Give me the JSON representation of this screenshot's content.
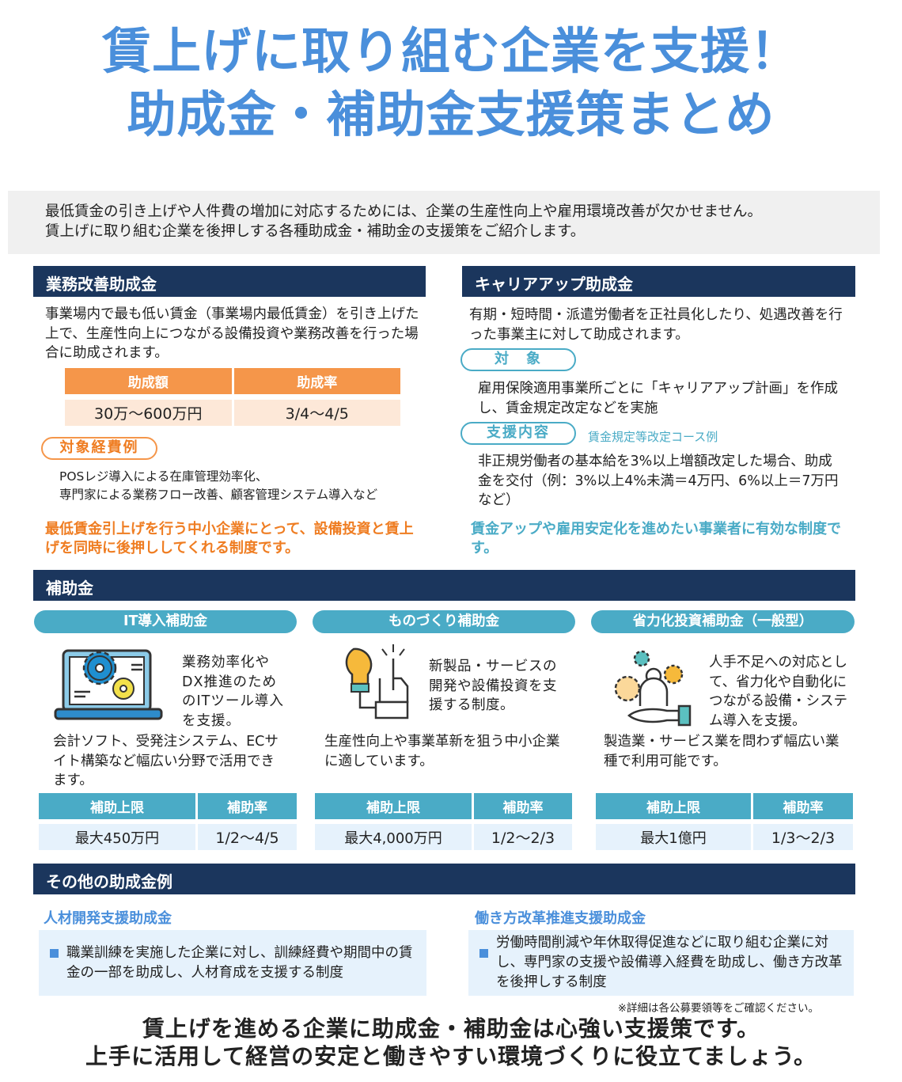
{
  "title": {
    "line1": "賃上げに取り組む企業を支援！",
    "line2": "助成金・補助金支援策まとめ"
  },
  "intro": {
    "line1": "最低賃金の引き上げや人件費の増加に対応するためには、企業の生産性向上や雇用環境改善が欠かせません。",
    "line2": "賃上げに取り組む企業を後押しする各種助成金・補助金の支援策をご紹介します。"
  },
  "gyomu": {
    "header": "業務改善助成金",
    "desc": "事業場内で最も低い賃金（事業場内最低賃金）を引き上げた上で、生産性向上につながる設備投資や業務改善を行った場合に助成されます。",
    "table": {
      "headers": [
        "助成額",
        "助成率"
      ],
      "values": [
        "30万～600万円",
        "3/4～4/5"
      ]
    },
    "pill": "対象経費例",
    "examples": [
      "POSレジ導入による在庫管理効率化、",
      "専門家による業務フロー改善、顧客管理システム導入など"
    ],
    "note": "最低賃金引上げを行う中小企業にとって、設備投資と賃上げを同時に後押ししてくれる制度です。"
  },
  "career": {
    "header": "キャリアアップ助成金",
    "desc": "有期・短時間・派遣労働者を正社員化したり、処遇改善を行った事業主に対して助成されます。",
    "target_pill": "対　象",
    "target": "雇用保険適用事業所ごとに「キャリアアップ計画」を作成し、賃金規定改定などを実施",
    "support_pill": "支援内容",
    "support_course": "賃金規定等改定コース例",
    "support": "非正規労働者の基本給を3%以上増額改定した場合、助成金を交付（例：3%以上4%未満＝4万円、6%以上＝7万円など）",
    "note": "賃金アップや雇用安定化を進めたい事業者に有効な制度です。"
  },
  "hojo": {
    "header": "補助金",
    "items": [
      {
        "name": "IT導入補助金",
        "icon": "laptop-gears-icon",
        "side": "業務効率化やDX推進のためのITツール導入を支援。",
        "desc": "会計ソフト、受発注システム、ECサイト構築など幅広い分野で活用できます。",
        "th": [
          "補助上限",
          "補助率"
        ],
        "limit": "最大450万円",
        "rate": "1/2～4/5"
      },
      {
        "name": "ものづくり補助金",
        "icon": "lightbulb-hand-icon",
        "side": "新製品・サービスの開発や設備投資を支援する制度。",
        "desc": "生産性向上や事業革新を狙う中小企業に適しています。",
        "th": [
          "補助上限",
          "補助率"
        ],
        "limit": "最大4,000万円",
        "rate": "1/2～2/3"
      },
      {
        "name": "省力化投資補助金（一般型）",
        "icon": "person-gears-hand-icon",
        "side": "人手不足への対応として、省力化や自動化につながる設備・システム導入を支援。",
        "desc": "製造業・サービス業を問わず幅広い業種で利用可能です。",
        "th": [
          "補助上限",
          "補助率"
        ],
        "limit": "最大1億円",
        "rate": "1/3～2/3"
      }
    ]
  },
  "other": {
    "header": "その他の助成金例",
    "items": [
      {
        "title": "人材開発支援助成金",
        "text": "職業訓練を実施した企業に対し、訓練経費や期間中の賃金の一部を助成し、人材育成を支援する制度"
      },
      {
        "title": "働き方改革推進支援助成金",
        "text": "労働時間削減や年休取得促進などに取り組む企業に対し、専門家の支援や設備導入経費を助成し、働き方改革を後押しする制度"
      }
    ],
    "note": "※詳細は各公募要領等をご確認ください。"
  },
  "closing": {
    "line1": "賃上げを進める企業に助成金・補助金は心強い支援策です。",
    "line2": "上手に活用して経営の安定と働きやすい環境づくりに役立てましょう。"
  },
  "colors": {
    "navy": "#1b365d",
    "orange": "#f5964a",
    "orange_text": "#ef7d22",
    "teal": "#4aabc6",
    "blue": "#4a8fdb"
  }
}
